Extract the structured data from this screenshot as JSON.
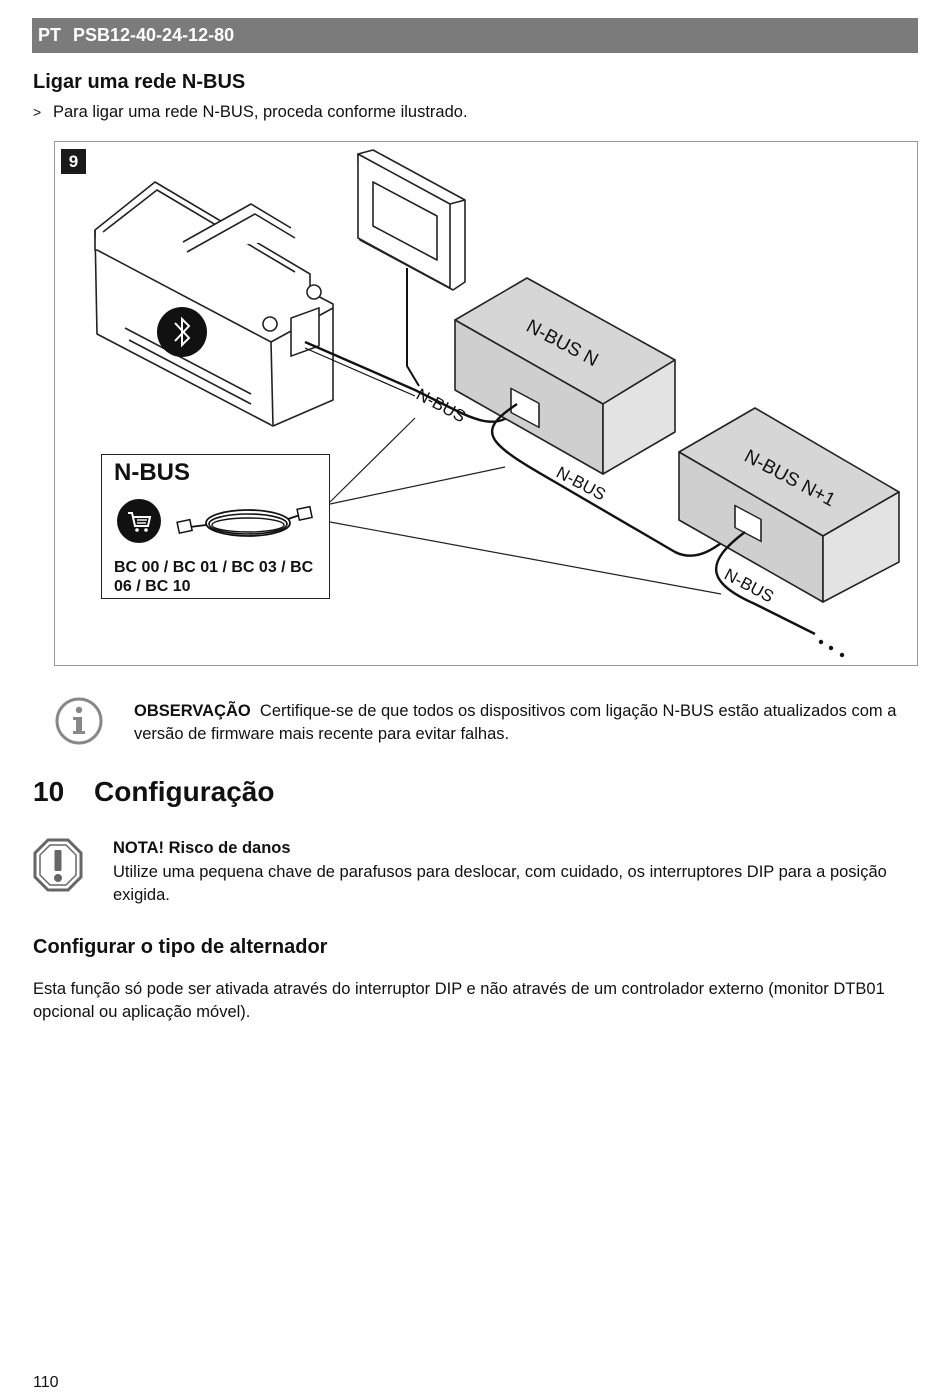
{
  "header": {
    "lang": "PT",
    "model": "PSB12-40-24-12-80"
  },
  "section1": {
    "heading": "Ligar uma rede N-BUS",
    "bullet_marker": ">",
    "bullet_text": "Para ligar uma rede N-BUS, proceda conforme ilustrado."
  },
  "figure": {
    "number": "9",
    "box1_label": "N-BUS N",
    "box2_label": "N-BUS N+1",
    "cable_label_1": "N-BUS",
    "cable_label_2": "N-BUS",
    "cable_label_3": "N-BUS",
    "callout_title": "N-BUS",
    "callout_codes": "BC 00 / BC 01 / BC 03 / BC 06 / BC 10"
  },
  "note": {
    "label": "OBSERVAÇÃO",
    "text": "Certifique-se de que todos os dispositivos com ligação N-BUS estão atualizados com a versão de firmware mais recente para evitar falhas."
  },
  "section2": {
    "number": "10",
    "title": "Configuração"
  },
  "warning": {
    "heading": "NOTA! Risco de danos",
    "text": "Utilize uma pequena chave de parafusos para deslocar, com cuidado, os interruptores DIP para a posição exigida."
  },
  "section3": {
    "heading": "Configurar o tipo de alternador",
    "text": "Esta função só pode ser ativada através do interruptor DIP e não através de um controlador externo (monitor DTB01 opcional ou aplicação móvel)."
  },
  "footer": {
    "page_number": "110"
  }
}
